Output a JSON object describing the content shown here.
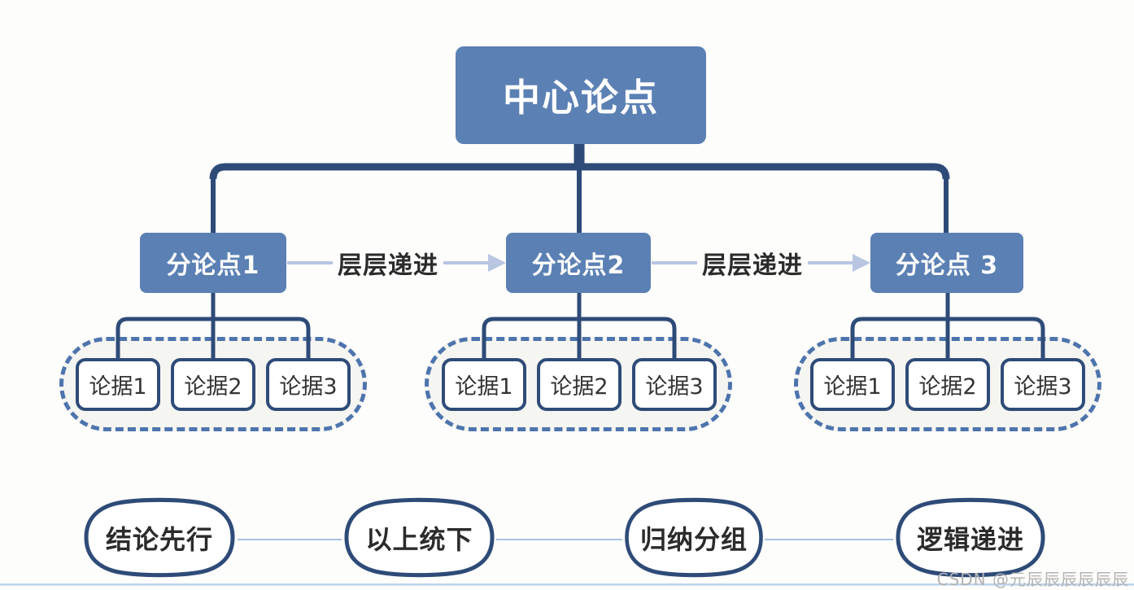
{
  "diagram": {
    "root": {
      "label": "中心论点"
    },
    "branches": [
      {
        "label": "分论点1",
        "evidences": [
          "论据1",
          "论据2",
          "论据3"
        ]
      },
      {
        "label": "分论点2",
        "evidences": [
          "论据1",
          "论据2",
          "论据3"
        ]
      },
      {
        "label": "分论点 3",
        "evidences": [
          "论据1",
          "论据2",
          "论据3"
        ]
      }
    ],
    "transitions": [
      {
        "label": "层层递进"
      },
      {
        "label": "层层递进"
      }
    ],
    "principles": [
      {
        "label": "结论先行"
      },
      {
        "label": "以上统下"
      },
      {
        "label": "归纳分组"
      },
      {
        "label": "逻辑递进"
      }
    ]
  },
  "watermark": {
    "text": "CSDN @元辰辰辰辰辰辰"
  },
  "colors": {
    "node_blue": "#5b80b4",
    "line_navy": "#2e4b78",
    "evidence_border": "#2f4c78",
    "dashed_border": "#4d74ad",
    "group_background": "#f5f5f2",
    "arrow_light_blue": "#b8c6e2",
    "bottom_rule_blue": "#bad3ec",
    "text_dark": "#2b2b2b",
    "watermark_gray": "#b3b3b3"
  }
}
